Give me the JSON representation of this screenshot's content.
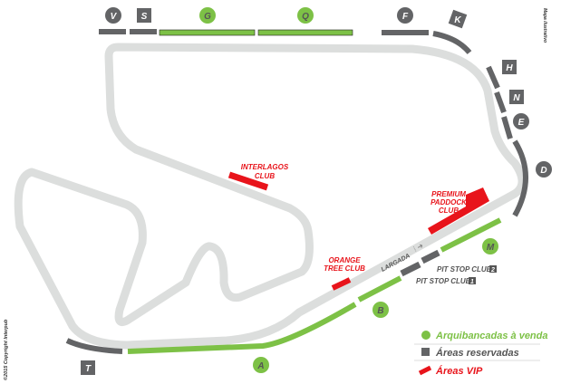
{
  "map": {
    "note": "Mapa ilustrativo",
    "copyright": "©2015 Copyright Interpub",
    "colors": {
      "track": "#dcdedd",
      "grandstand": "#7dc146",
      "reserved": "#636466",
      "vip": "#e8141b"
    },
    "grandstands_for_sale": [
      "G",
      "Q",
      "M",
      "B",
      "A"
    ],
    "reserved_areas": [
      "V",
      "S",
      "F",
      "K",
      "H",
      "N",
      "E",
      "D",
      "T"
    ],
    "vip": {
      "interlagos": [
        "INTERLAGOS",
        "CLUB"
      ],
      "premium": [
        "PREMIUM",
        "PADDOCK",
        "CLUB"
      ],
      "orange": [
        "ORANGE",
        "TREE CLUB"
      ]
    },
    "start_label": "LARGADA",
    "pit_stop_2": {
      "label": "PIT STOP CLUB",
      "number": "2"
    },
    "pit_stop_1": {
      "label": "PIT STOP CLUB",
      "number": "1"
    }
  },
  "legend": {
    "for_sale": "Arquibancadas à venda",
    "reserved": "Áreas reservadas",
    "vip": "Áreas VIP"
  }
}
